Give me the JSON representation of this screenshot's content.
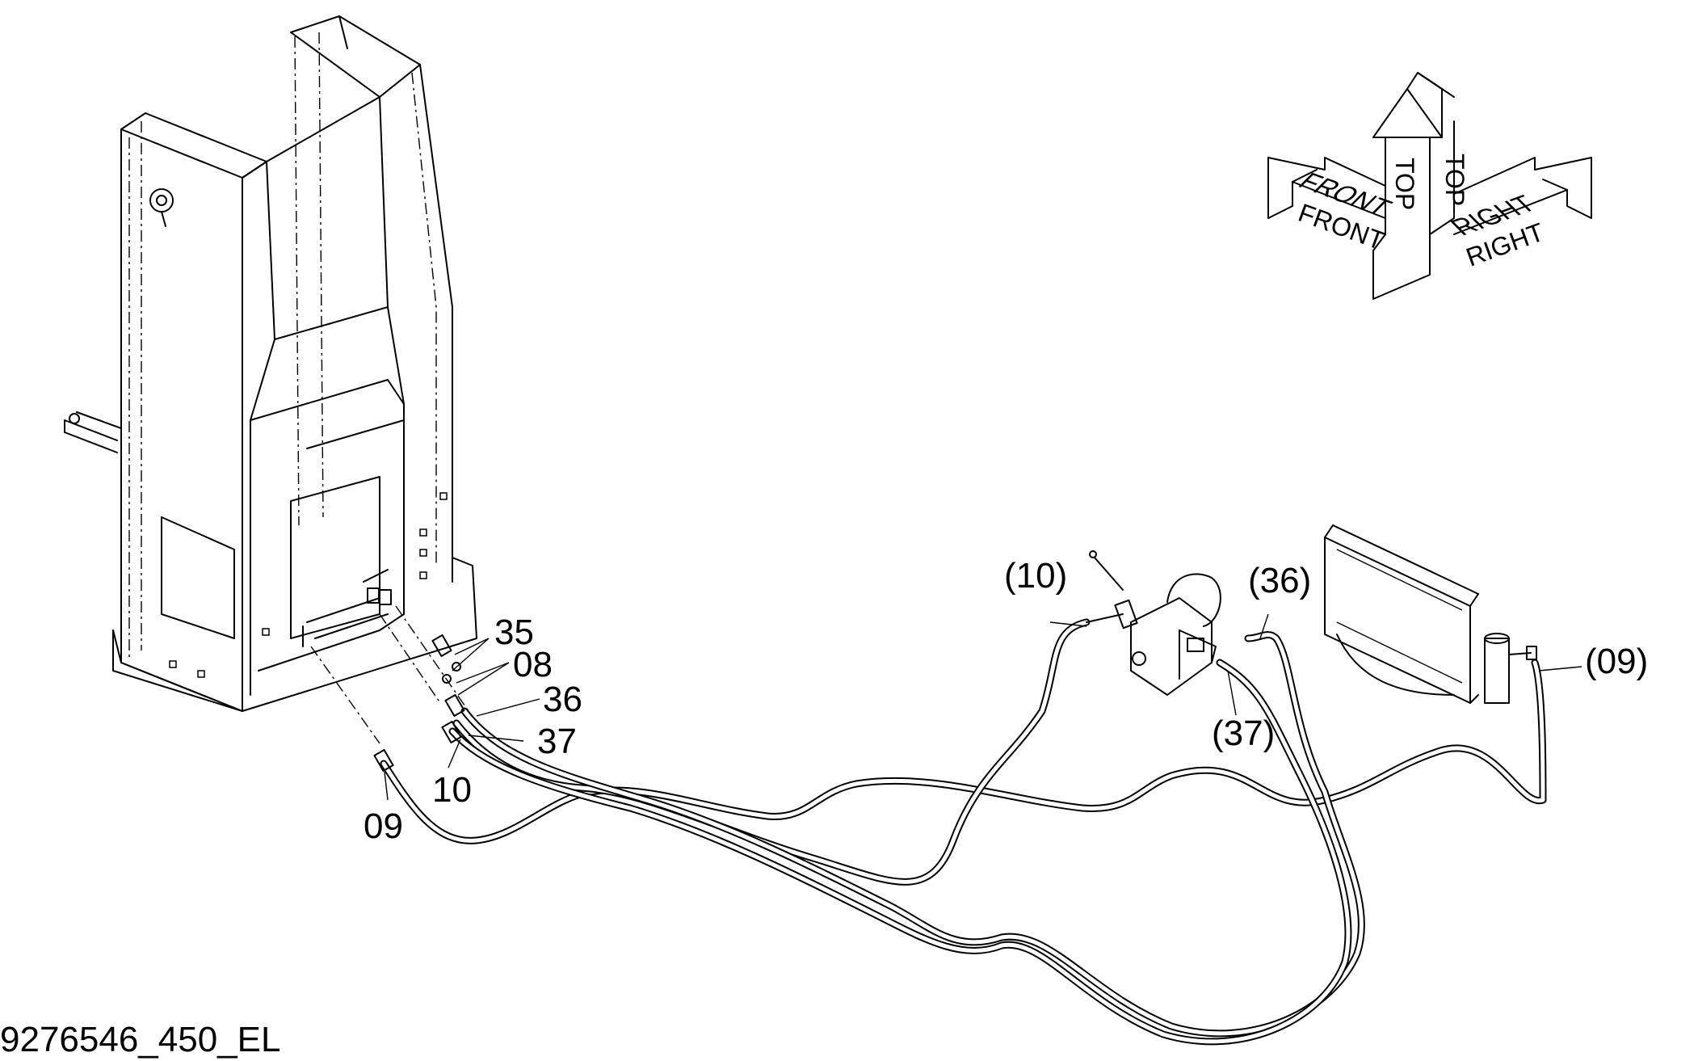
{
  "callouts": {
    "c35": "35",
    "c08": "08",
    "c36": "36",
    "c37": "37",
    "c10": "10",
    "c09": "09",
    "p10": "(10)",
    "p36": "(36)",
    "p37": "(37)",
    "p09": "(09)"
  },
  "compass": {
    "top_a": "TOP",
    "top_b": "TOP",
    "front_a": "FRONT",
    "front_b": "FRONT",
    "right_a": "RIGHT",
    "right_b": "RIGHT"
  },
  "document_id": "9276546_450_EL"
}
